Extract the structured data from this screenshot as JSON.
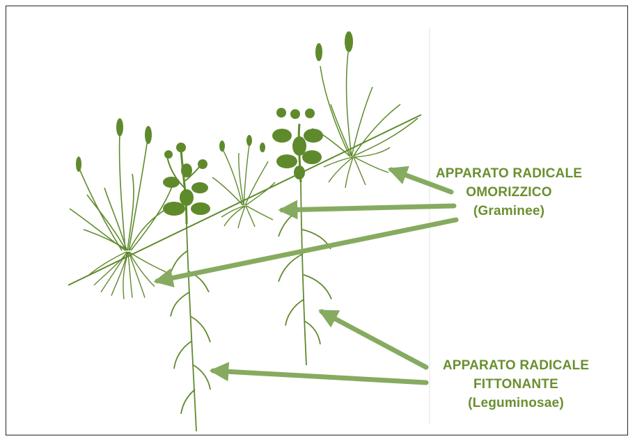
{
  "labels": {
    "omorizzico": {
      "line1": "APPARATO RADICALE",
      "line2": "OMORIZZICO",
      "line3": "(Graminee)"
    },
    "fittonante": {
      "line1": "APPARATO RADICALE",
      "line2": "FITTONANTE",
      "line3": "(Leguminosae)"
    }
  },
  "colors": {
    "plant": "#5f8a2c",
    "arrow": "#86ab60",
    "text": "#6a8f2f",
    "frame": "#222222"
  }
}
